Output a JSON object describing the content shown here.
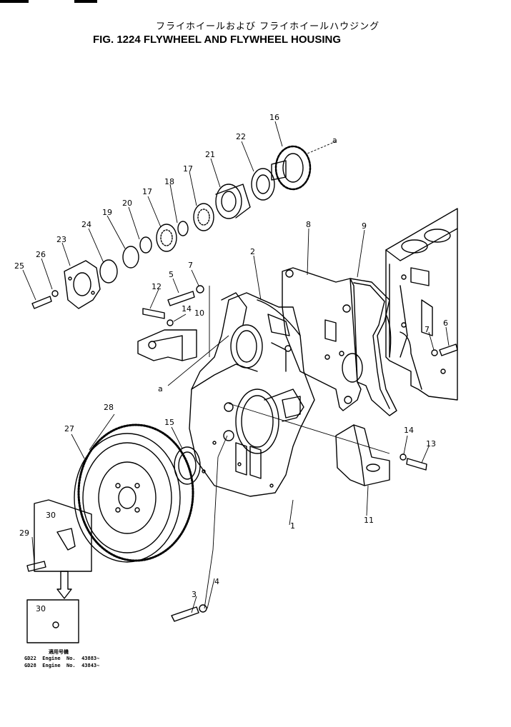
{
  "header": {
    "title_jp": "フライホイールおよび フライホイールハウジング",
    "title_en": "FIG. 1224  FLYWHEEL AND FLYWHEEL HOUSING"
  },
  "callouts": {
    "c1": "1",
    "c2": "2",
    "c3": "3",
    "c4": "4",
    "c5": "5",
    "c6": "6",
    "c7a": "7",
    "c7b": "7",
    "c8": "8",
    "c9": "9",
    "c10": "10",
    "c11": "11",
    "c12": "12",
    "c13": "13",
    "c14a": "14",
    "c14b": "14",
    "c15": "15",
    "c16": "16",
    "c17a": "17",
    "c17b": "17",
    "c18": "18",
    "c19": "19",
    "c20": "20",
    "c21": "21",
    "c22": "22",
    "c23": "23",
    "c24": "24",
    "c25": "25",
    "c26": "26",
    "c27": "27",
    "c28": "28",
    "c29": "29",
    "c30a": "30",
    "c30b": "30",
    "ref_a1": "a",
    "ref_a2": "a"
  },
  "notes": {
    "heading": "適用号機",
    "line1": "GD22  Engine  No.  43883~",
    "line2": "GD28  Engine  No.  43843~"
  }
}
